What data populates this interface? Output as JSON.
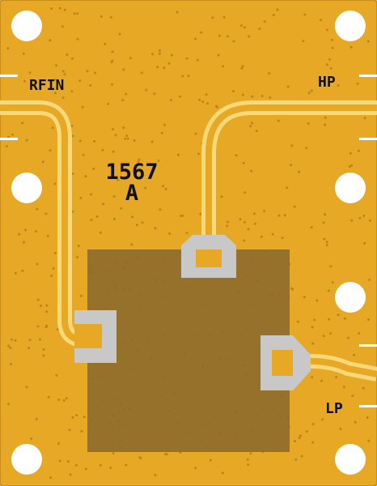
{
  "board": {
    "labels": {
      "rf_in": "RFIN",
      "hp": "HP",
      "lp": "LP",
      "part_number": "1567",
      "revision": "A"
    },
    "colors": {
      "substrate_gold": "#E6A825",
      "substrate_edge": "#C98E18",
      "trace_light": "#F8D878",
      "via_dot": "#B9861A",
      "hole_white": "#FFFFFF",
      "pad_grey": "#C8C8C8",
      "pad_gold": "#E6A825",
      "die_brown": "#8C6A2C",
      "silkscreen": "#111111"
    }
  }
}
